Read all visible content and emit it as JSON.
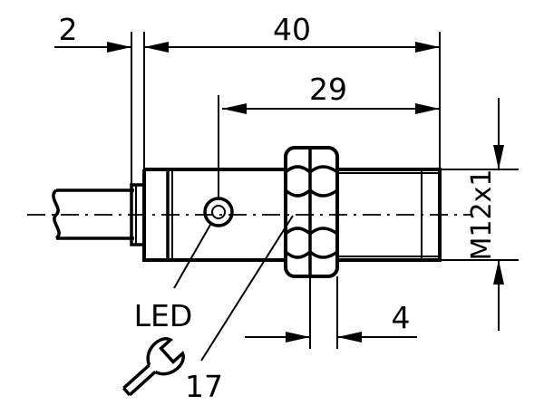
{
  "dimensions": {
    "cable_offset": "2",
    "overall_length": "40",
    "thread_length": "29",
    "nut_width": "4",
    "thread_spec": "M12x1"
  },
  "callouts": {
    "led": "LED",
    "wrench_size": "17"
  },
  "icons": {
    "wrench": "wrench-icon"
  }
}
